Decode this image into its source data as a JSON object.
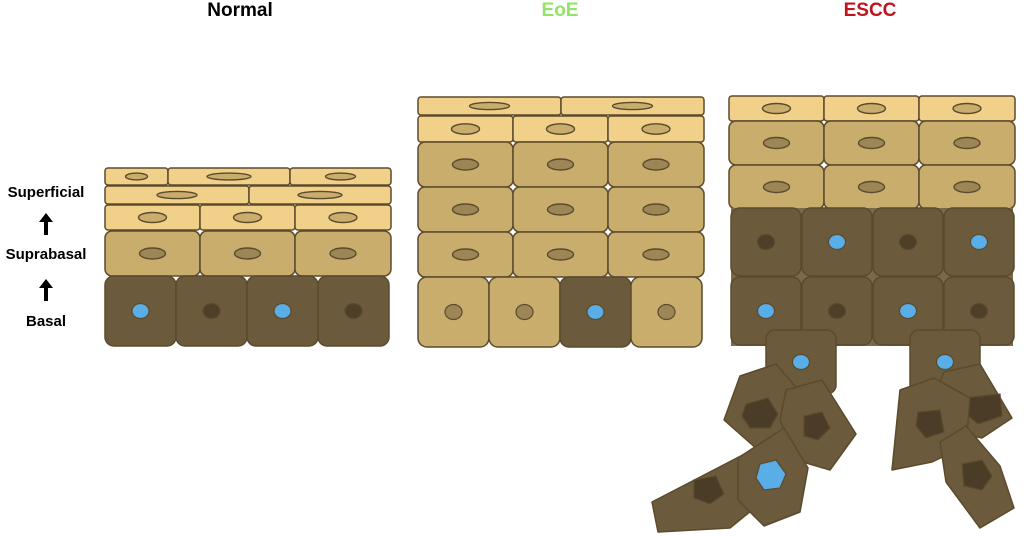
{
  "titles": {
    "normal": "Normal",
    "eoe": "EoE",
    "escc": "ESCC"
  },
  "layers": {
    "superficial": "Superficial",
    "suprabasal": "Suprabasal",
    "basal": "Basal"
  },
  "colors": {
    "normal_title": "#000000",
    "eoe_title": "#92e36a",
    "escc_title": "#c0141c",
    "superficial_cell": "#f1d18a",
    "suprabasal_cell": "#c9ad6c",
    "basal_cell": "#6b5a3c",
    "proliferating_nucleus": "#5aaee8",
    "quiescent_nucleus": "#4e4028",
    "outline": "#5c4a2c"
  }
}
